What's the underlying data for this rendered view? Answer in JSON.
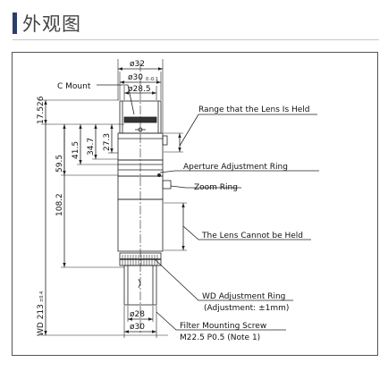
{
  "page": {
    "title": "外观图"
  },
  "drawing": {
    "labels": {
      "c_mount": "C Mount",
      "range_held": "Range that the Lens Is Held",
      "aperture_ring": "Aperture Adjustment Ring",
      "zoom_ring": "Zoom Ring",
      "cannot_hold": "The Lens Cannot be Held",
      "wd_ring": "WD Adjustment Ring",
      "wd_adjustment": "(Adjustment: ±1mm)",
      "filter_screw": "Filter Mounting Screw",
      "filter_spec": "M22.5 P0.5 (Note 1)"
    },
    "dimensions": {
      "d32": "ø32",
      "d30_main": "ø30",
      "d30_tol": "0 -0.1",
      "d28_5": "ø28.5",
      "v17_526": "17.526",
      "v59_5": "59.5",
      "v41_5": "41.5",
      "v34_7": "34.7",
      "v27_3": "27.3",
      "v108_2": "108.2",
      "v213": "WD 213",
      "v213_tol": "±0.4",
      "d28": "ø28",
      "d30_bottom": "ø30"
    }
  },
  "colors": {
    "accent": "#2b3e6b",
    "line": "#222222"
  }
}
